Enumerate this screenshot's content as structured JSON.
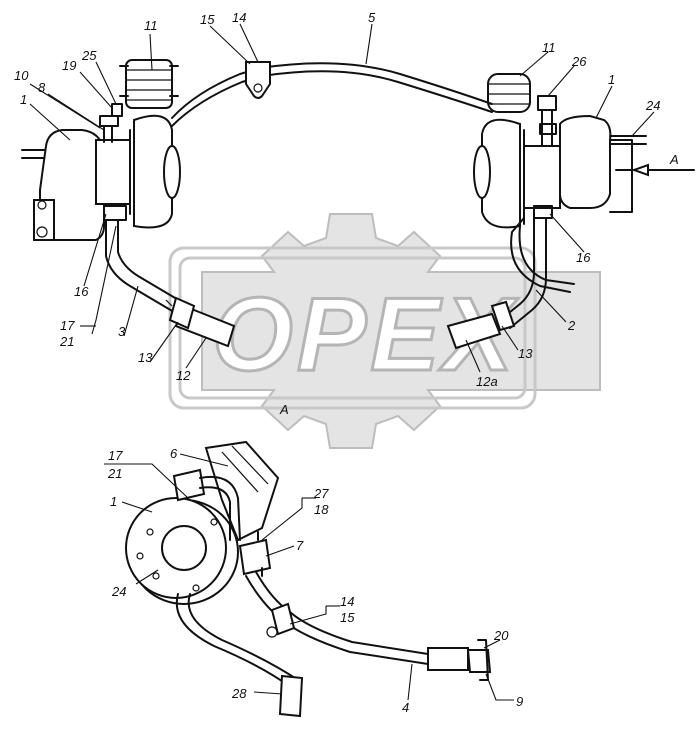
{
  "watermark": {
    "brand": "OPEX"
  },
  "view_label": "A",
  "arrow_label": "A",
  "callouts": {
    "c1_left": "1",
    "c1_right": "1",
    "c1_bottom": "1",
    "c2": "2",
    "c3": "3",
    "c4": "4",
    "c5": "5",
    "c6": "6",
    "c7": "7",
    "c8": "8",
    "c9": "9",
    "c10": "10",
    "c11_left": "11",
    "c11_right": "11",
    "c12": "12",
    "c12a": "12a",
    "c13_left": "13",
    "c13_right": "13",
    "c14_top": "14",
    "c14_bottom": "14",
    "c15_top": "15",
    "c15_bottom": "15",
    "c16_left": "16",
    "c16_right": "16",
    "c17_left": "17",
    "c17_bottom": "17",
    "c18": "18",
    "c19": "19",
    "c20": "20",
    "c21_left": "21",
    "c21_bottom": "21",
    "c24_top": "24",
    "c24_bottom": "24",
    "c25": "25",
    "c26": "26",
    "c27": "27",
    "c28": "28"
  }
}
